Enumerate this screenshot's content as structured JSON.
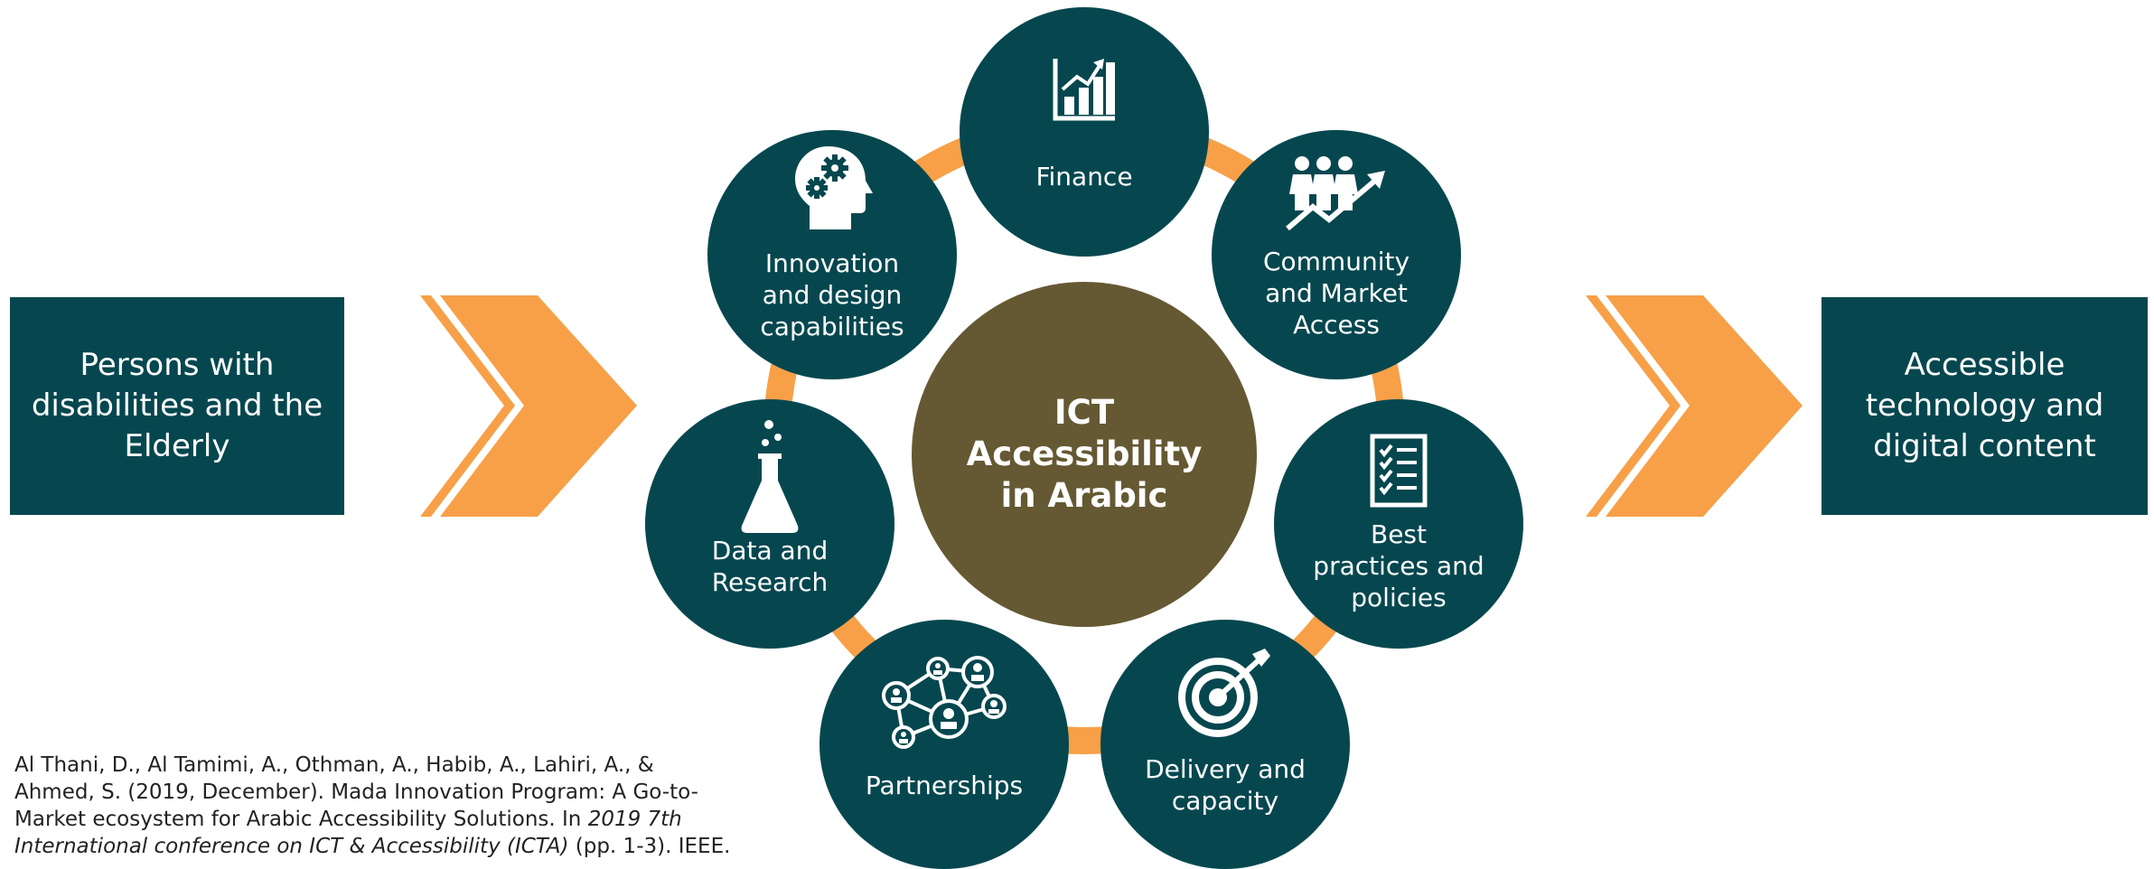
{
  "left_box": {
    "text": "Persons with\ndisabilities and the\nElderly"
  },
  "right_box": {
    "text": "Accessible\ntechnology and\ndigital content"
  },
  "center": {
    "text": "ICT\nAccessibility\nin Arabic"
  },
  "nodes": [
    {
      "label": "Finance",
      "icon": "bar-chart-icon"
    },
    {
      "label": "Community\nand Market\nAccess",
      "icon": "people-growth-icon"
    },
    {
      "label": "Best\npractices and\npolicies",
      "icon": "checklist-icon"
    },
    {
      "label": "Delivery and\ncapacity",
      "icon": "target-icon"
    },
    {
      "label": "Partnerships",
      "icon": "network-icon"
    },
    {
      "label": "Data and\nResearch",
      "icon": "flask-icon"
    },
    {
      "label": "Innovation\nand design\ncapabilities",
      "icon": "head-gears-icon"
    }
  ],
  "citation": {
    "part1": "Al Thani, D., Al Tamimi, A., Othman, A., Habib, A., Lahiri, A., & Ahmed, S. (2019, December). Mada Innovation Program: A Go-to-Market ecosystem for Arabic Accessibility Solutions. In ",
    "italic": "2019 7th International conference on ICT & Accessibility (ICTA)",
    "part2": " (pp. 1-3). IEEE."
  },
  "colors": {
    "teal": "#06474f",
    "orange": "#f7a048",
    "olive": "#655933",
    "white": "#ffffff"
  }
}
